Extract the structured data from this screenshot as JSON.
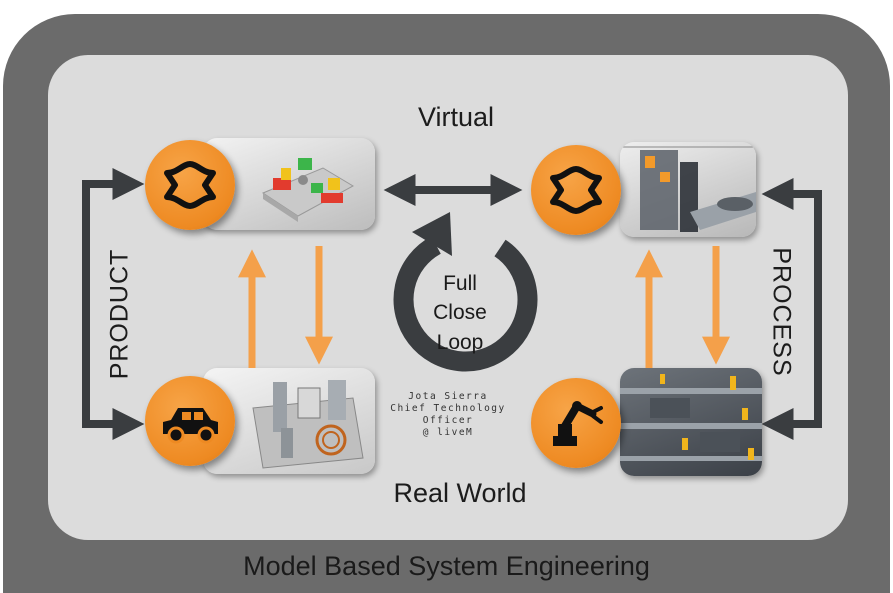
{
  "title": "Model Based System Engineering",
  "labels": {
    "virtual": "Virtual",
    "real_world": "Real World",
    "product": "PRODUCT",
    "process": "PROCESS"
  },
  "loop": {
    "line1": "Full",
    "line2": "Close",
    "line3": "Loop"
  },
  "credit": {
    "name": "Jota Sierra",
    "role_line1": "Chief Technology",
    "role_line2": "Officer",
    "handle": "@ liveM"
  },
  "icons": {
    "product_virtual": "digital-twin-icon",
    "process_virtual": "digital-twin-icon",
    "product_real": "car-icon",
    "process_real": "robot-arm-icon"
  },
  "colors": {
    "orange": "#ee8a22",
    "arrow_orange": "#f4a04a",
    "dark_gray": "#3a3d40",
    "frame": "#6b6b6b",
    "background": "#dcdcdc"
  }
}
